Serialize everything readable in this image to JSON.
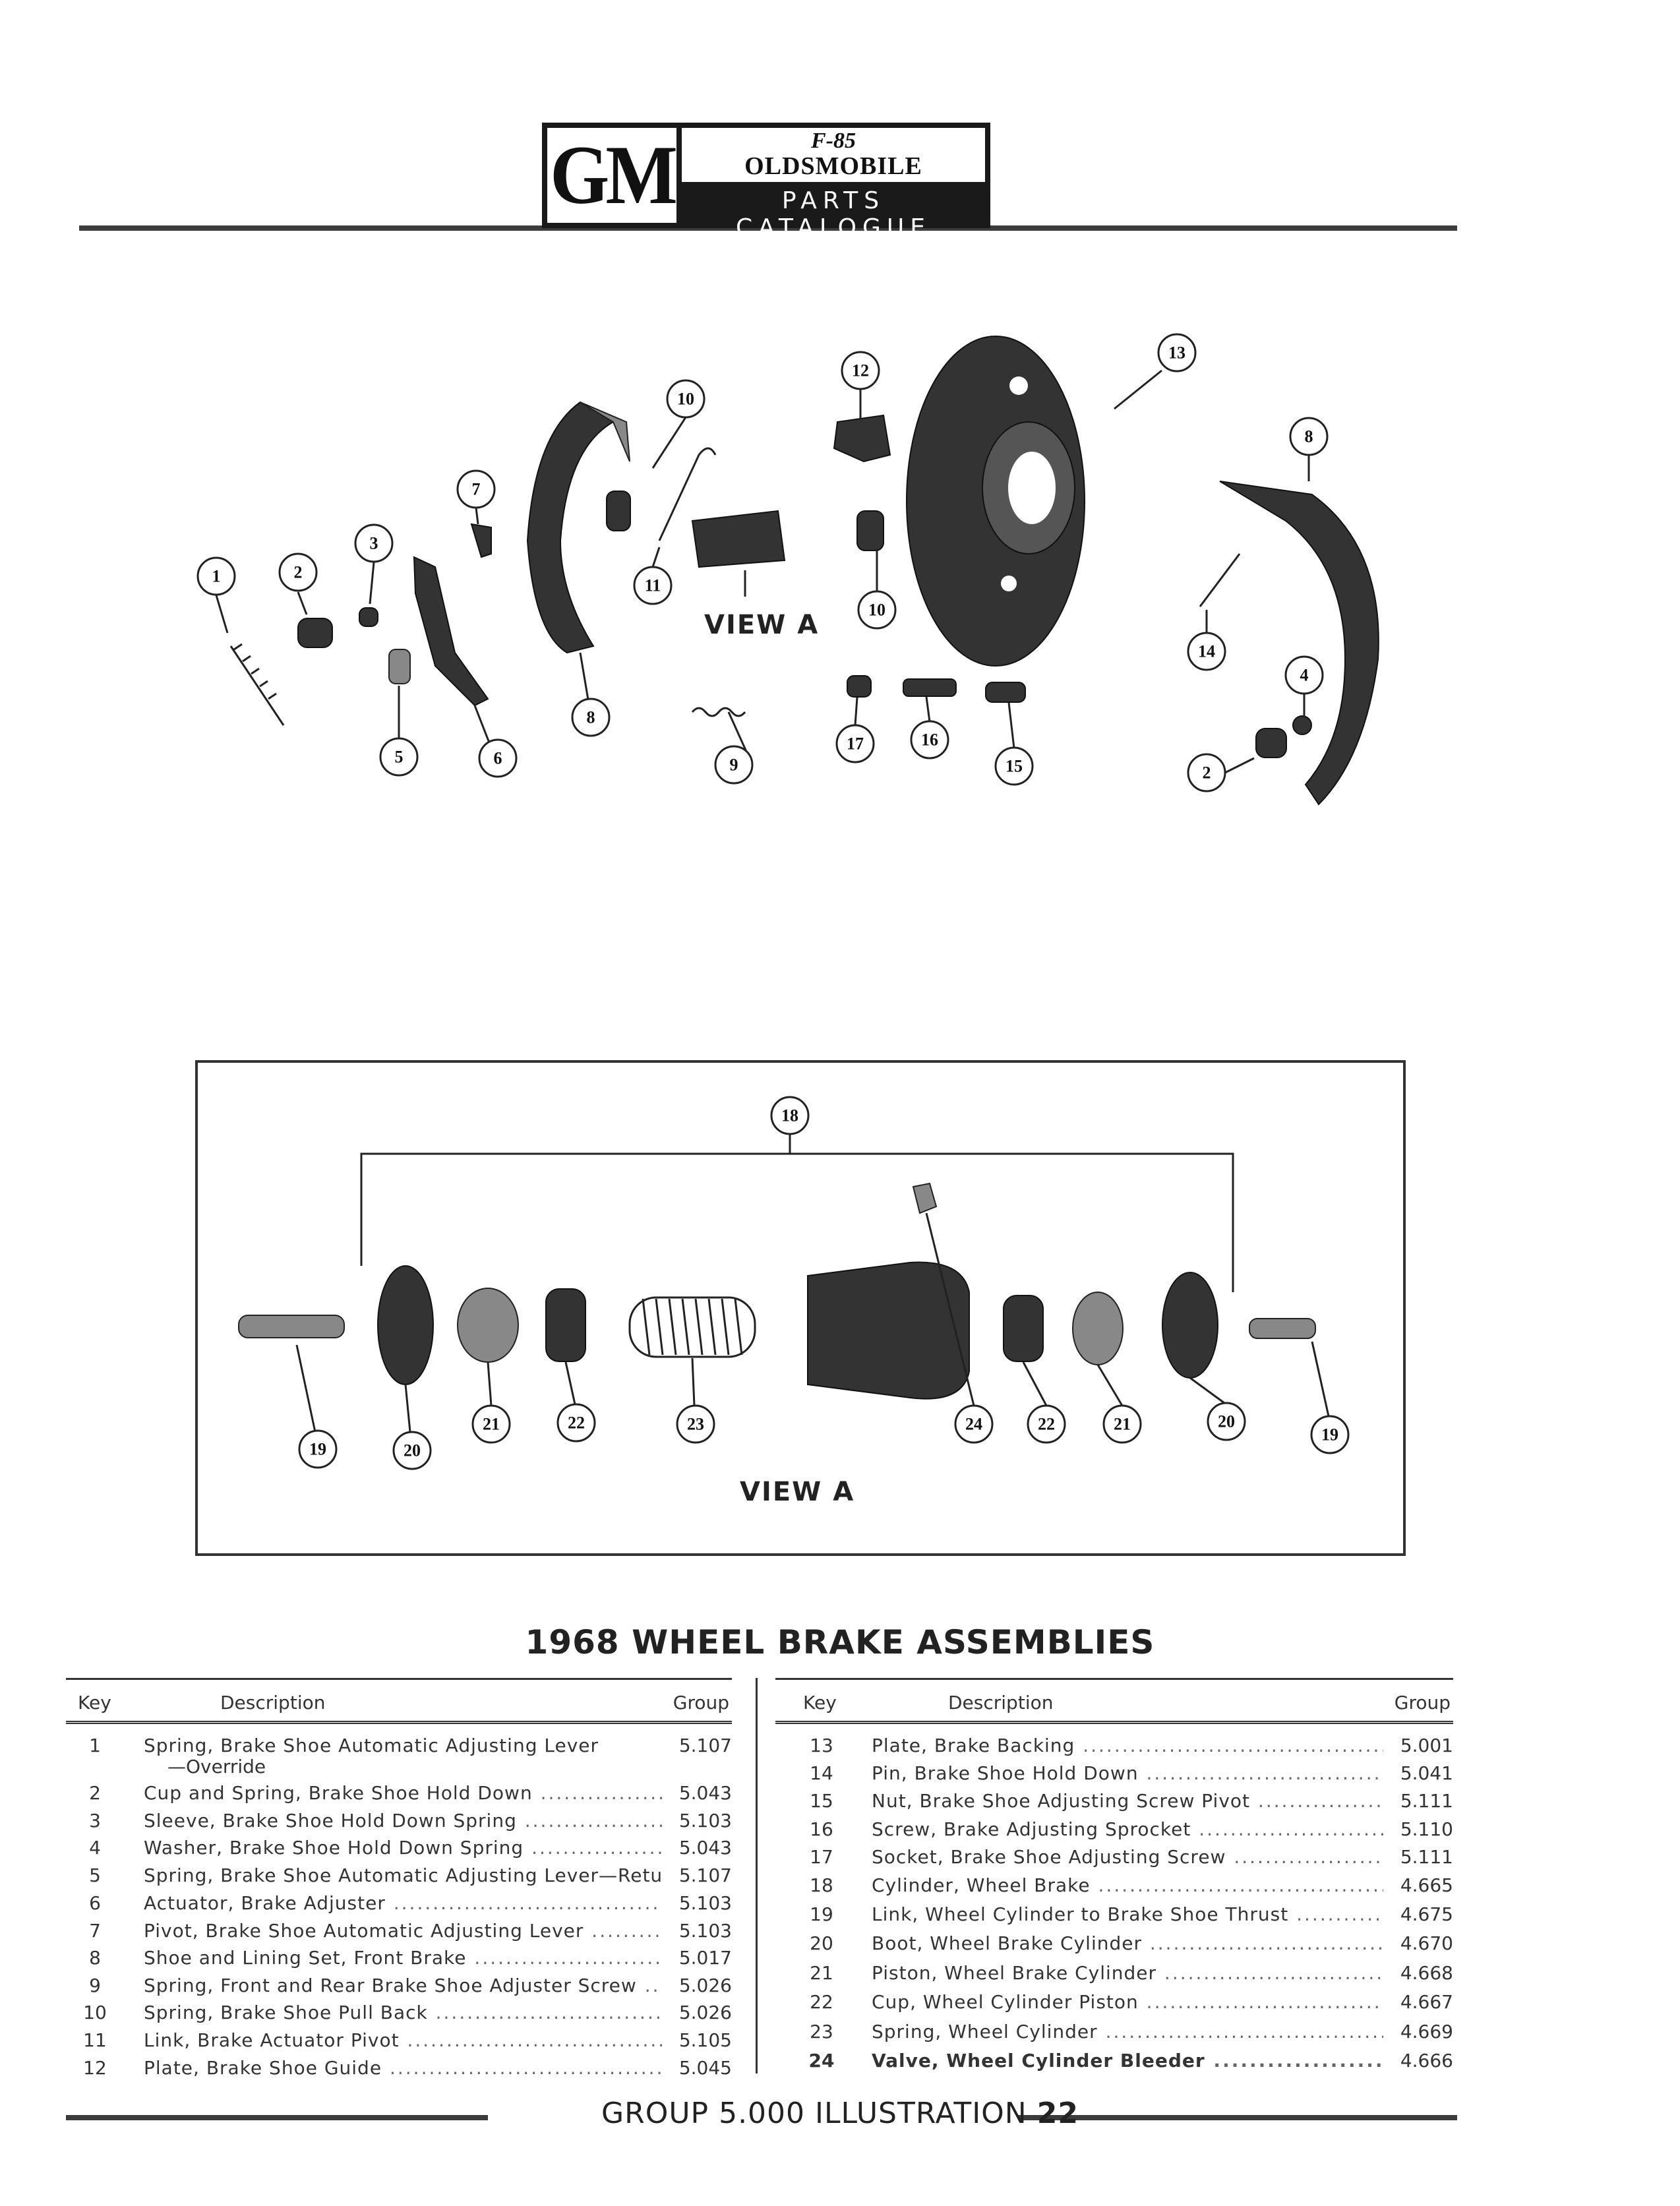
{
  "header": {
    "gm": "GM",
    "model": "F-85",
    "brand": "OLDSMOBILE",
    "catalog": "PARTS CATALOGUE"
  },
  "figure": {
    "view_label_top": "VIEW A",
    "view_label_bottom": "VIEW A",
    "callouts_top": [
      "1",
      "2",
      "3",
      "7",
      "5",
      "6",
      "8",
      "10",
      "11",
      "9",
      "12",
      "10",
      "17",
      "16",
      "15",
      "13",
      "14",
      "8",
      "4",
      "2"
    ],
    "callouts_bottom": [
      "18",
      "19",
      "20",
      "21",
      "22",
      "23",
      "24",
      "22",
      "21",
      "20",
      "19"
    ]
  },
  "table": {
    "title": "1968 WHEEL BRAKE ASSEMBLIES",
    "headers": {
      "key": "Key",
      "description": "Description",
      "group": "Group"
    },
    "left_rows": [
      {
        "key": "1",
        "description": "Spring, Brake Shoe Automatic Adjusting Lever",
        "continuation": "—Override",
        "group": "5.107"
      },
      {
        "key": "2",
        "description": "Cup and Spring, Brake Shoe Hold Down",
        "group": "5.043"
      },
      {
        "key": "3",
        "description": "Sleeve, Brake Shoe Hold Down Spring",
        "group": "5.103"
      },
      {
        "key": "4",
        "description": "Washer, Brake Shoe Hold Down Spring",
        "group": "5.043"
      },
      {
        "key": "5",
        "description": "Spring, Brake Shoe Automatic Adjusting Lever—Return",
        "group": "5.107"
      },
      {
        "key": "6",
        "description": "Actuator, Brake Adjuster",
        "group": "5.103"
      },
      {
        "key": "7",
        "description": "Pivot, Brake Shoe Automatic Adjusting Lever",
        "group": "5.103"
      },
      {
        "key": "8",
        "description": "Shoe and Lining Set, Front Brake",
        "group": "5.017"
      },
      {
        "key": "9",
        "description": "Spring, Front and Rear Brake Shoe Adjuster Screw",
        "group": "5.026"
      },
      {
        "key": "10",
        "description": "Spring, Brake Shoe Pull Back",
        "group": "5.026"
      },
      {
        "key": "11",
        "description": "Link, Brake Actuator Pivot",
        "group": "5.105"
      },
      {
        "key": "12",
        "description": "Plate, Brake Shoe Guide",
        "group": "5.045"
      }
    ],
    "right_rows": [
      {
        "key": "13",
        "description": "Plate, Brake Backing",
        "group": "5.001"
      },
      {
        "key": "14",
        "description": "Pin, Brake Shoe Hold Down",
        "group": "5.041"
      },
      {
        "key": "15",
        "description": "Nut, Brake Shoe Adjusting Screw Pivot",
        "group": "5.111"
      },
      {
        "key": "16",
        "description": "Screw, Brake Adjusting Sprocket",
        "group": "5.110"
      },
      {
        "key": "17",
        "description": "Socket, Brake Shoe Adjusting Screw",
        "group": "5.111"
      },
      {
        "key": "18",
        "description": "Cylinder, Wheel Brake",
        "group": "4.665"
      },
      {
        "key": "19",
        "description": "Link, Wheel Cylinder to Brake Shoe Thrust",
        "group": "4.675"
      },
      {
        "key": "20",
        "description": "Boot, Wheel Brake Cylinder",
        "group": "4.670"
      },
      {
        "key": "21",
        "description": "Piston, Wheel Brake Cylinder",
        "group": "4.668"
      },
      {
        "key": "22",
        "description": "Cup, Wheel Cylinder Piston",
        "group": "4.667"
      },
      {
        "key": "23",
        "description": "Spring, Wheel Cylinder",
        "group": "4.669"
      },
      {
        "key": "24",
        "description": "Valve, Wheel Cylinder Bleeder",
        "group": "4.666"
      }
    ]
  },
  "footer": {
    "prefix": "GROUP 5.000 ILLUSTRATION",
    "number": "22"
  }
}
